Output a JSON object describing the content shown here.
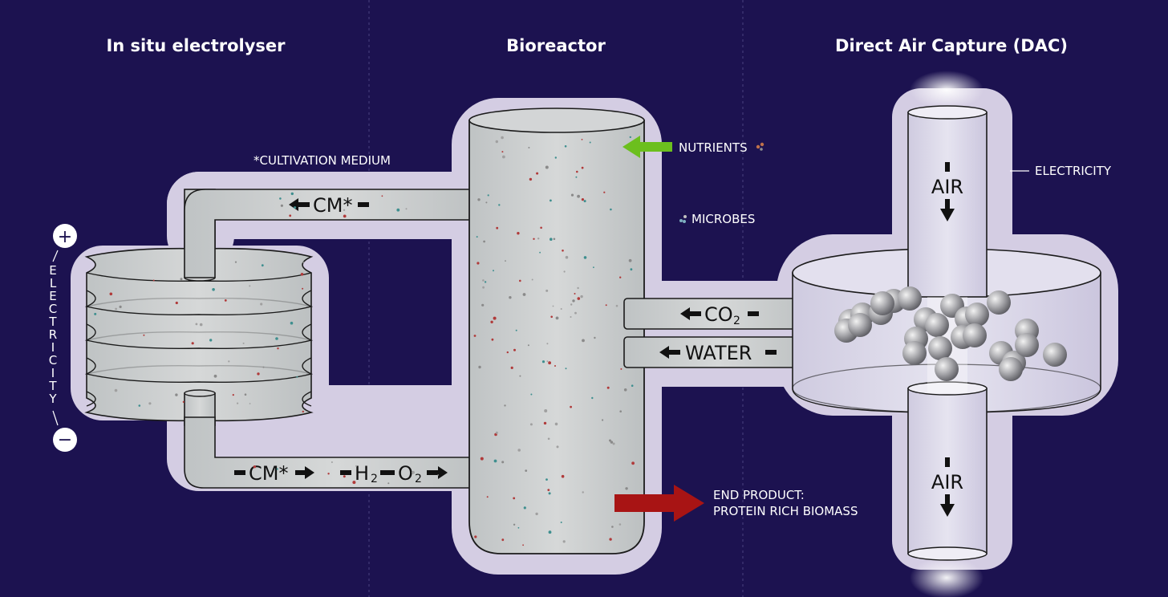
{
  "sections": {
    "electrolyser": "In situ electrolyser",
    "bioreactor": "Bioreactor",
    "dac": "Direct Air Capture (DAC)"
  },
  "labels": {
    "cultivation_medium": "*CULTIVATION MEDIUM",
    "nutrients": "NUTRIENTS",
    "microbes": "MICROBES",
    "electricity_dac": "ELECTRICITY",
    "electricity_side": [
      "E",
      "L",
      "E",
      "C",
      "T",
      "R",
      "I",
      "C",
      "I",
      "T",
      "Y"
    ],
    "end_product_line1": "END PRODUCT:",
    "end_product_line2": "PROTEIN RICH BIOMASS",
    "plus": "+",
    "minus": "−"
  },
  "flows": {
    "cm_top": "CM*",
    "cm_bottom": "CM*",
    "h2": "H",
    "h2_sub": "2",
    "o2": "O",
    "o2_sub": "2",
    "co2": "CO",
    "co2_sub": "2",
    "water": "WATER",
    "air_top": "AIR",
    "air_bottom": "AIR"
  },
  "colors": {
    "background": "#1c1250",
    "halo": "#d4cde3",
    "liquid": "#c9ccce",
    "nutrients_arrow": "#6cbf1e",
    "product_arrow": "#a81414",
    "microbe_red": "#b03a3a",
    "microbe_teal": "#3f8f8f"
  }
}
